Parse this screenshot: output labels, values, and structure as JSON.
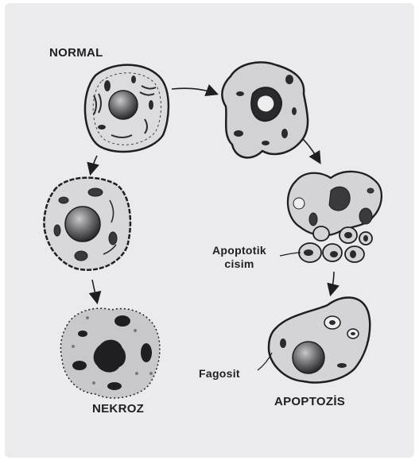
{
  "labels": {
    "normal": "NORMAL",
    "nekroz": "NEKROZ",
    "apoptozis": "APOPTOZİS",
    "apoptotik_line1": "Apoptotik",
    "apoptotik_line2": "cisim",
    "fagosit": "Fagosit"
  },
  "colors": {
    "ink": "#1f1f22",
    "paper": "#ebebee",
    "cytoplasm": "#d9d9dc",
    "nucleus": "#5a5a5e"
  }
}
